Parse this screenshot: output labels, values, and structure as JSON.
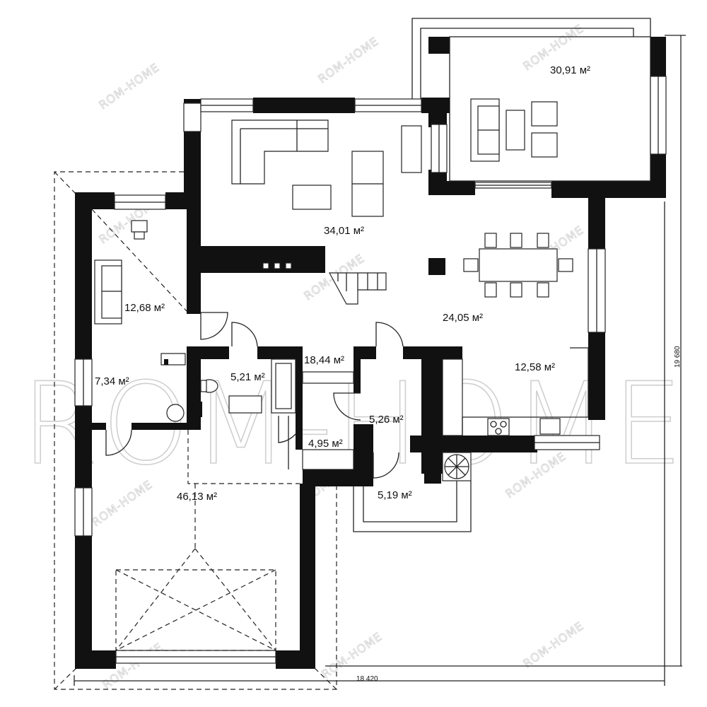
{
  "watermark": {
    "big": "ROM-HOME",
    "small": "ROM-HOME"
  },
  "dimensions": {
    "width": "18 420",
    "height": "19 680"
  },
  "rooms": [
    {
      "id": "terrace",
      "label": "30,91 м²"
    },
    {
      "id": "living",
      "label": "34,01 м²"
    },
    {
      "id": "study",
      "label": "12,68 м²"
    },
    {
      "id": "dining",
      "label": "24,05 м²"
    },
    {
      "id": "kitchen",
      "label": "12,58 м²"
    },
    {
      "id": "boiler",
      "label": "7,34 м²"
    },
    {
      "id": "bathroom",
      "label": "5,21 м²"
    },
    {
      "id": "stair-hall",
      "label": "18,44 м²"
    },
    {
      "id": "hall",
      "label": "5,26 м²"
    },
    {
      "id": "closet",
      "label": "4,95 м²"
    },
    {
      "id": "porch",
      "label": "5,19 м²"
    },
    {
      "id": "garage",
      "label": "46,13 м²"
    }
  ]
}
